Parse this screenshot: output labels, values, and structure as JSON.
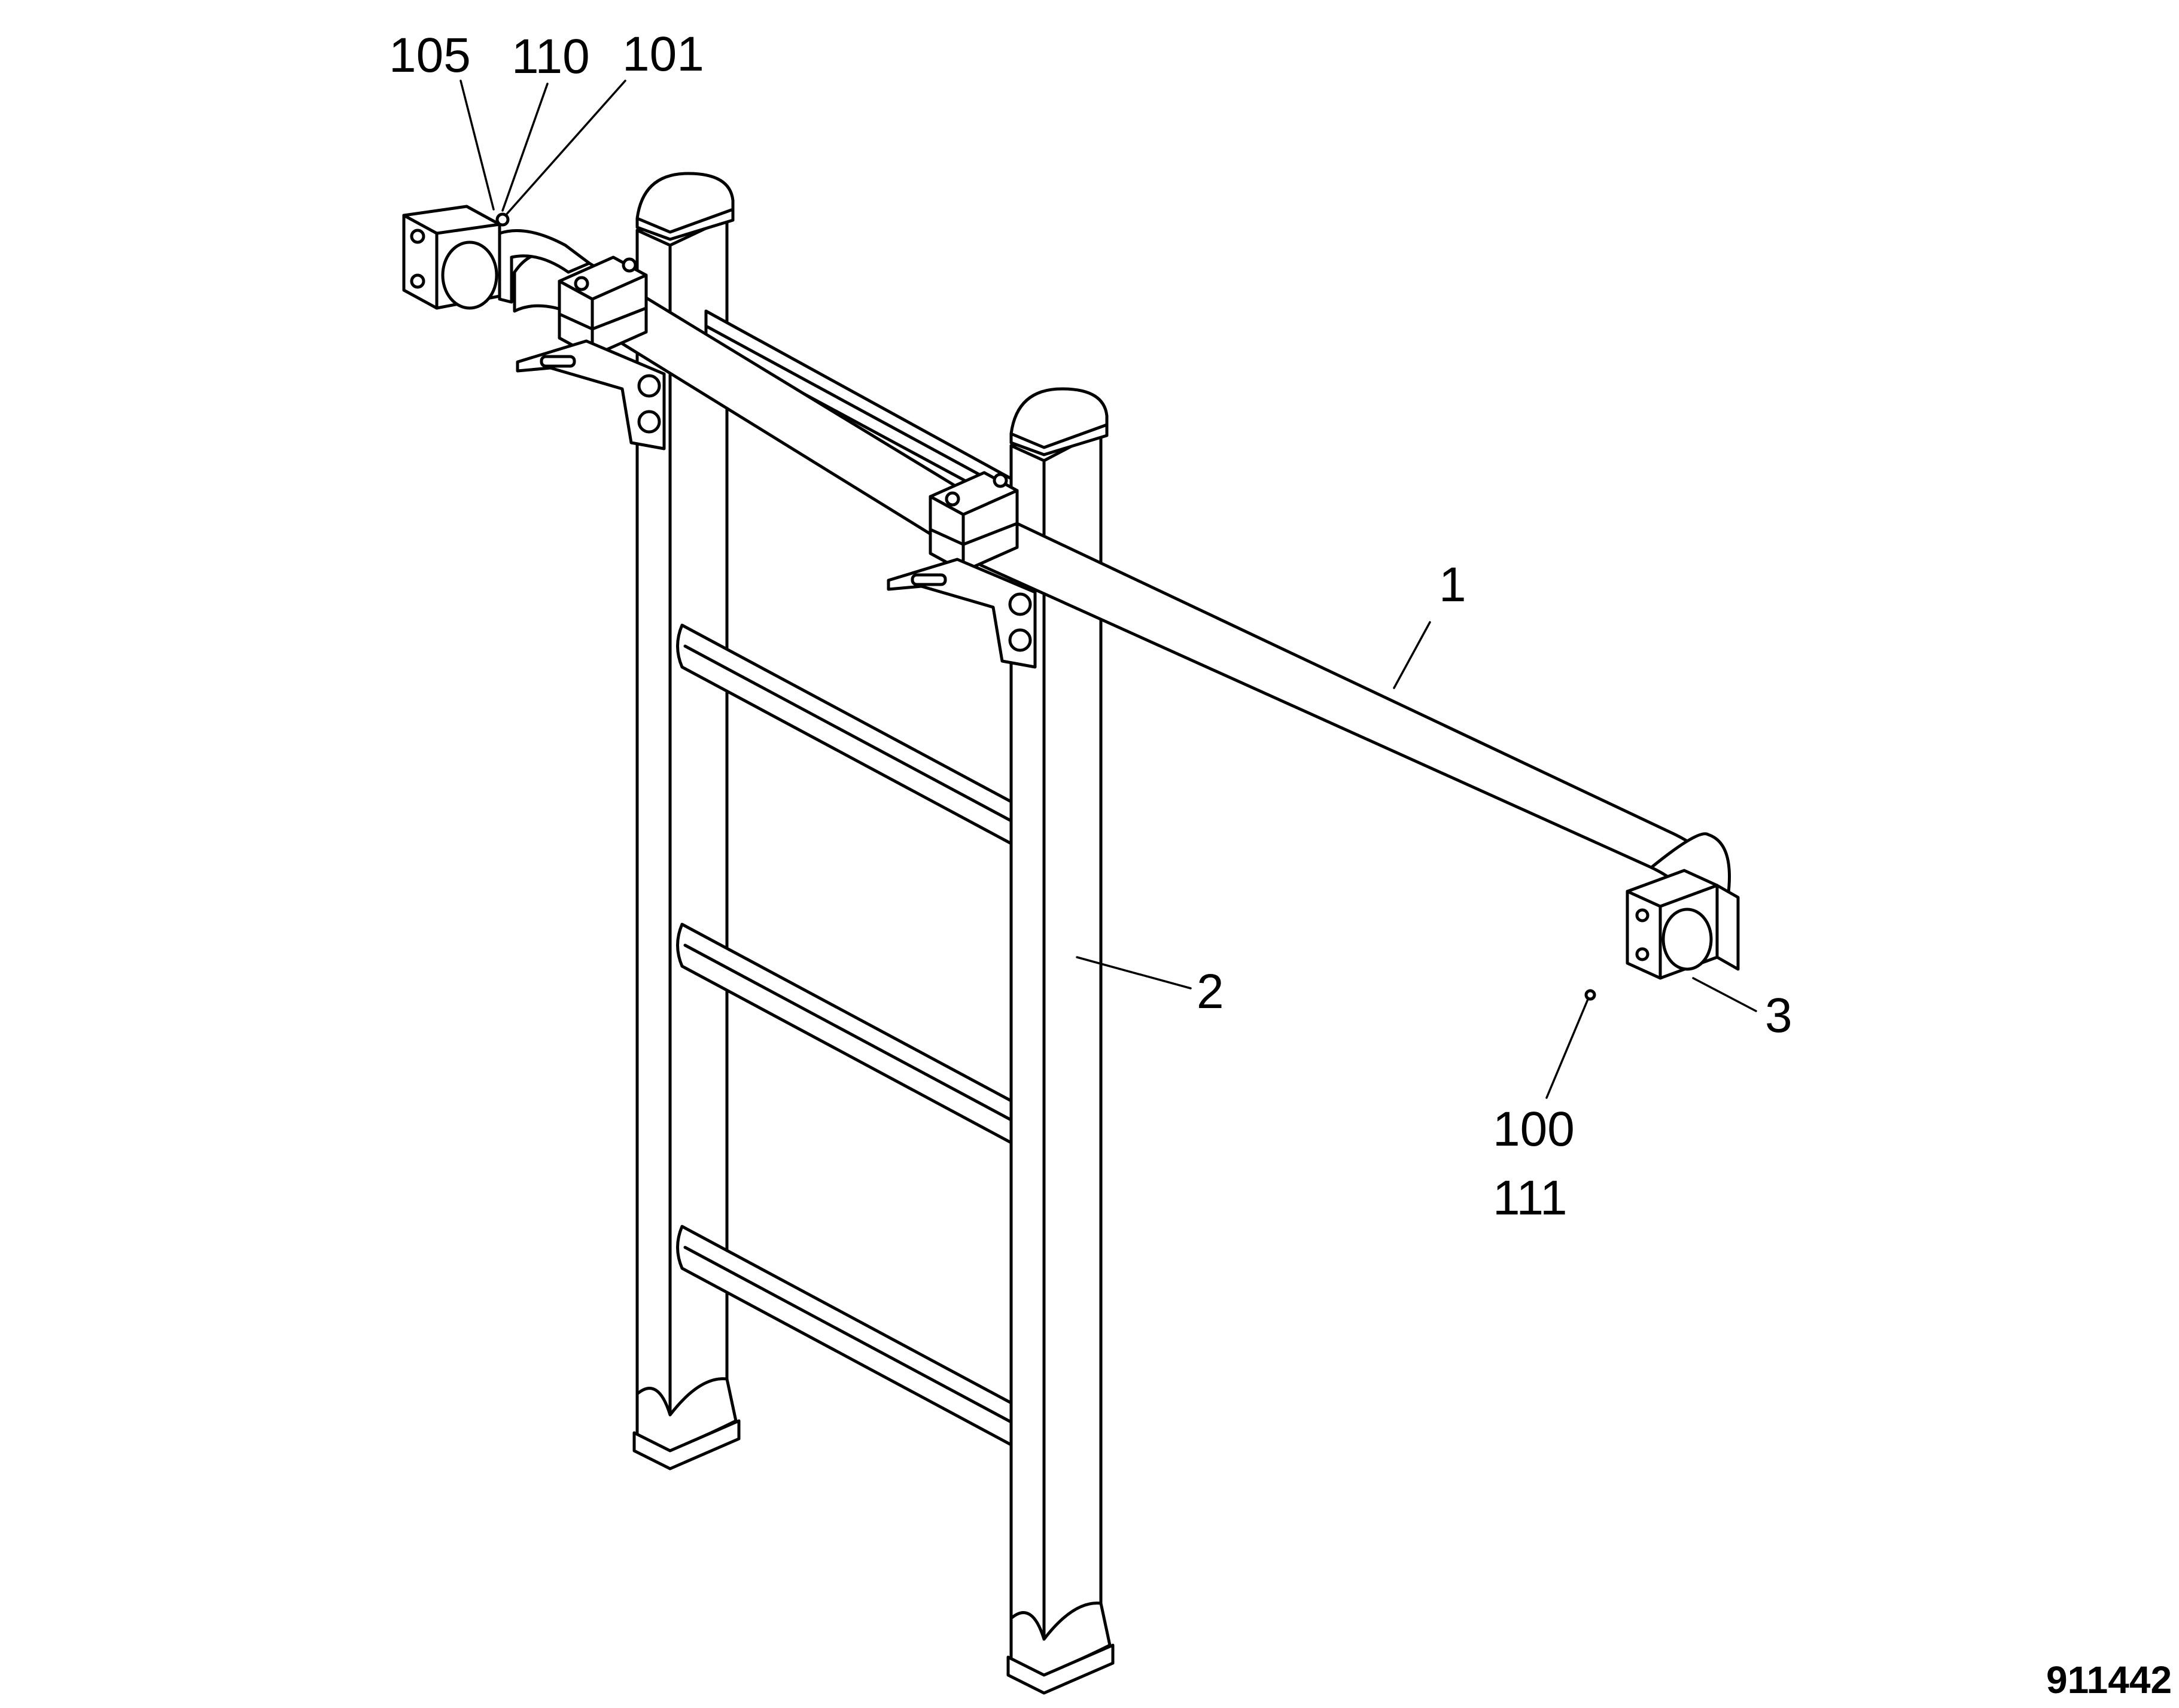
{
  "callouts": {
    "c105": "105",
    "c110": "110",
    "c101": "101",
    "c1": "1",
    "c2": "2",
    "c3": "3",
    "c100": "100",
    "c111": "111"
  },
  "figure_id": "911442"
}
